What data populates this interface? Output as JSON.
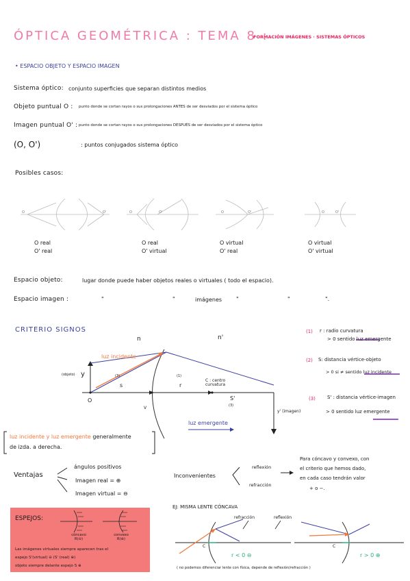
{
  "title": {
    "main": "ÓPTICA GEOMÉTRICA : TEMA 8 :",
    "subtitle": "FORMACIÓN IMÁGENES · SISTEMAS ÓPTICOS"
  },
  "section1": {
    "heading": "• ESPACIO OBJETO Y ESPACIO IMAGEN",
    "lines": [
      {
        "label": "Sistema óptico:",
        "text": "conjunto superficies que separan distintos medios"
      },
      {
        "label": "Objeto puntual O :",
        "text": "punto donde se cortan rayos o sus prolongaciones ANTES de ser desviados por el sistema óptico"
      },
      {
        "label": "Imagen puntual O' :",
        "text": "punto donde se cortan rayos o sus prolongaciones DESPUÉS de ser desviados por el sistema óptico"
      },
      {
        "label": "(O, O')",
        "text": ": puntos conjugados sistema óptico"
      }
    ],
    "cases_label": "Posibles casos:",
    "cases": [
      {
        "l1": "O real",
        "l2": "O' real"
      },
      {
        "l1": "O real",
        "l2": "O' virtual"
      },
      {
        "l1": "O virtual",
        "l2": "O' real"
      },
      {
        "l1": "O virtual",
        "l2": "O' virtual"
      }
    ],
    "case_marks": [
      "O",
      "O'",
      "O",
      "O'",
      "O",
      "O'",
      "O",
      "O'"
    ],
    "space_object": {
      "label": "Espacio objeto:",
      "text": "lugar donde puede haber objetos reales o virtuales ( todo el espacio)."
    },
    "space_image": {
      "label": "Espacio imagen :",
      "q1": "\"",
      "q2": "\"",
      "word": "imágenes",
      "q3": "\"",
      "q4": "\"",
      "end": "\"."
    }
  },
  "criterio": {
    "heading": "CRITERIO SIGNOS",
    "n": "n",
    "n2": "n'",
    "incident": "luz incidente",
    "emergent": "luz emergente",
    "objeto": "(objeto)",
    "y": "y",
    "o": "O",
    "v": "V",
    "s": "s",
    "r": "r",
    "c": "C : centro curvatura",
    "s2": "S'",
    "y2": "y' (imagen)",
    "n1": "(1)",
    "n2b": "(2)",
    "n3": "(3)",
    "rules": [
      {
        "num": "(1)",
        "line1": "r : radio curvatura",
        "line2": "> 0 sentido luz emergente",
        "hl": "emergente"
      },
      {
        "num": "(2)",
        "line1": "S: distancia vértice-objeto",
        "line2": "> 0 si ≠ sentido luz incidente",
        "hl": "luz incidente"
      },
      {
        "num": "(3)",
        "line1": "S' : distancia vértice-imagen",
        "line2": "> 0 sentido luz emergente",
        "hl": "emergente"
      }
    ]
  },
  "bracket_note": {
    "part1": "luz incidente y luz emergente",
    "part2": " generalmente",
    "line2": "de izda. a derecha."
  },
  "ventajas": {
    "label": "Ventajas",
    "items": [
      "ángulos positivos",
      "Imagen real = ⊕",
      "Imagen virtual = ⊖"
    ]
  },
  "inconvenientes": {
    "label": "Inconvenientes",
    "items": [
      "reflexión",
      "refracción"
    ],
    "note": [
      "Para cóncavo y convexo, con",
      "el criterio que hemos dado,",
      "en cada caso tendrán valor",
      "+ o −."
    ]
  },
  "espejos": {
    "title": "ESPEJOS:",
    "concavo": "cóncavo R(⊖)",
    "convexo": "convexo R(⊕)",
    "lines": [
      "Las imágenes virtuales siempre aparecen tras el",
      "espejo  S'(virtual) ⊖   (S' (real) ⊕)",
      "objeto siempre delante espejo S ⊕"
    ]
  },
  "ej": {
    "heading": "EJ: MISMA LENTE CÓNCAVA",
    "refraccion": "refracción",
    "reflexion": "reflexión",
    "r_neg": "r < 0 ⊖",
    "r_pos": "r > 0 ⊕",
    "c1": "C",
    "c2": "C",
    "footer": "( no podemos diferenciar lente con física, depende de reflexión/refracción )"
  }
}
